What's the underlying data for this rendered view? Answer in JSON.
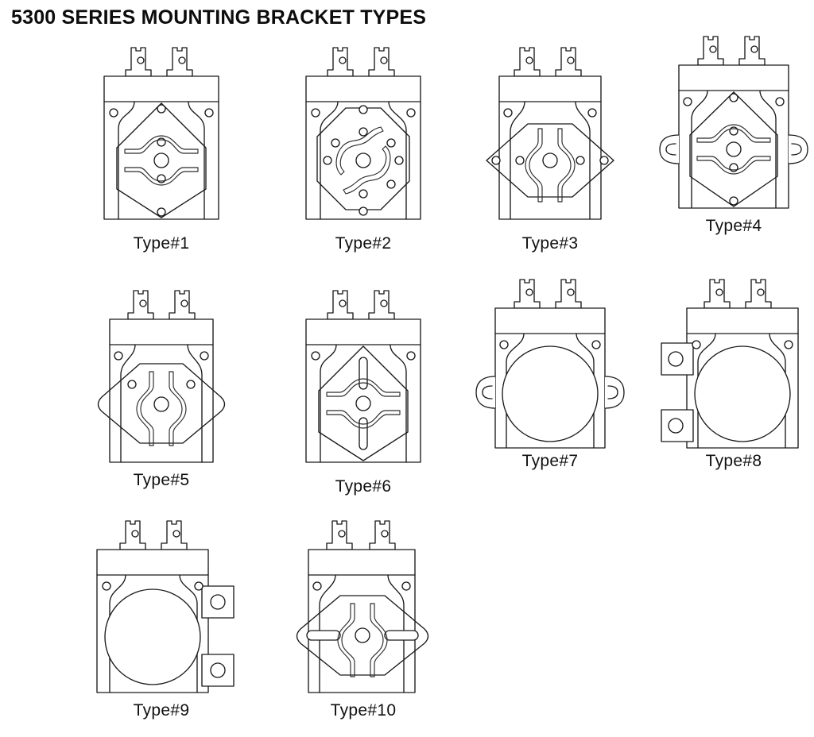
{
  "page": {
    "title": "5300 SERIES MOUNTING BRACKET TYPES",
    "drawing_kind": "mechanical-outline-drawing",
    "stroke_color": "#1a1a1a",
    "background_color": "#ffffff",
    "rows": 3,
    "columns": 4,
    "bracket_count": 10
  },
  "brackets": [
    {
      "id": 1,
      "label": "Type#1",
      "row": 1,
      "column": 1,
      "plate_shape": "pentagon-diamond",
      "side_ears": "none",
      "center_hole": true,
      "slot_pattern": "horizontal-bowed-pair",
      "corner_holes": 2,
      "axis_holes": 2,
      "body_terminals": 2
    },
    {
      "id": 2,
      "label": "Type#2",
      "row": 1,
      "column": 2,
      "plate_shape": "octagon",
      "side_ears": "none",
      "center_hole": true,
      "slot_pattern": "s-curve-pinwheel",
      "corner_holes": 2,
      "axis_holes": 6,
      "body_terminals": 2
    },
    {
      "id": 3,
      "label": "Type#3",
      "row": 1,
      "column": 3,
      "plate_shape": "wide-hexagon",
      "side_ears": "none",
      "center_hole": true,
      "slot_pattern": "vertical-bowed-pair",
      "corner_holes": 2,
      "axis_holes": 4,
      "body_terminals": 2
    },
    {
      "id": 4,
      "label": "Type#4",
      "row": 1,
      "column": 4,
      "plate_shape": "pentagon-diamond",
      "side_ears": "rounded-lobes",
      "center_hole": true,
      "slot_pattern": "horizontal-bowed-pair",
      "corner_holes": 2,
      "axis_holes": 3,
      "body_terminals": 2
    },
    {
      "id": 5,
      "label": "Type#5",
      "row": 2,
      "column": 1,
      "plate_shape": "rounded-hexagon",
      "side_ears": "none",
      "center_hole": true,
      "slot_pattern": "vertical-bowed-pair",
      "corner_holes": 2,
      "axis_holes": 2,
      "body_terminals": 2
    },
    {
      "id": 6,
      "label": "Type#6",
      "row": 2,
      "column": 2,
      "plate_shape": "pentagon-diamond",
      "side_ears": "none",
      "center_hole": true,
      "slot_pattern": "horizontal-bowed-pair-with-vertical-slots",
      "corner_holes": 2,
      "axis_holes": 0,
      "body_terminals": 2
    },
    {
      "id": 7,
      "label": "Type#7",
      "row": 2,
      "column": 3,
      "plate_shape": "round-circle",
      "side_ears": "rounded-lobes",
      "center_hole": false,
      "slot_pattern": "none",
      "corner_holes": 2,
      "axis_holes": 0,
      "body_terminals": 2
    },
    {
      "id": 8,
      "label": "Type#8",
      "row": 2,
      "column": 4,
      "plate_shape": "round-circle",
      "side_ears": "left-square-tabs",
      "center_hole": false,
      "slot_pattern": "none",
      "corner_holes": 2,
      "axis_holes": 0,
      "body_terminals": 2
    },
    {
      "id": 9,
      "label": "Type#9",
      "row": 3,
      "column": 1,
      "plate_shape": "round-circle",
      "side_ears": "right-square-tabs",
      "center_hole": false,
      "slot_pattern": "none",
      "corner_holes": 2,
      "axis_holes": 0,
      "body_terminals": 2
    },
    {
      "id": 10,
      "label": "Type#10",
      "row": 3,
      "column": 2,
      "plate_shape": "rounded-hexagon",
      "side_ears": "none",
      "center_hole": true,
      "slot_pattern": "vertical-bowed-pair-with-horizontal-slots",
      "corner_holes": 2,
      "axis_holes": 0,
      "body_terminals": 2
    }
  ]
}
